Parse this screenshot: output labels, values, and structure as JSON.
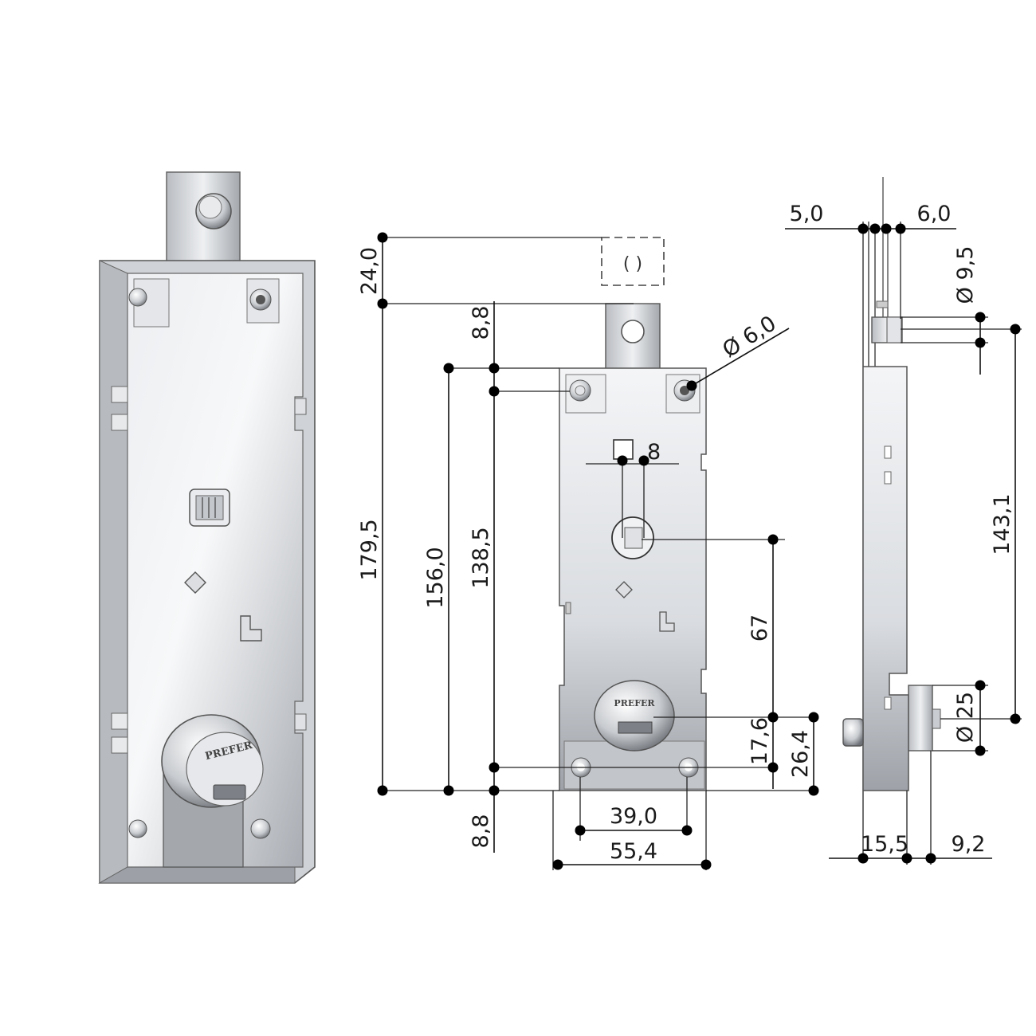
{
  "brand": {
    "cylinder_label": "PREFER"
  },
  "dimensions": {
    "d_24_0": "24,0",
    "d_8_8_top": "8,8",
    "d_179_5": "179,5",
    "d_156_0": "156,0",
    "d_138_5": "138,5",
    "d_8_8_bottom": "8,8",
    "d_phi_6_0": "Ø 6,0",
    "d_square_8": "8",
    "d_67": "67",
    "d_17_6": "17,6",
    "d_26_4": "26,4",
    "d_39_0": "39,0",
    "d_55_4": "55,4",
    "d_5_0": "5,0",
    "d_6_0": "6,0",
    "d_phi_9_5": "Ø 9,5",
    "d_143_1": "143,1",
    "d_phi_25": "Ø 25",
    "d_15_5": "15,5",
    "d_9_2": "9,2"
  },
  "colors": {
    "metal_light": "#f2f3f5",
    "metal_mid": "#c9ccd1",
    "metal_dark": "#8c9096",
    "line": "#111111"
  }
}
